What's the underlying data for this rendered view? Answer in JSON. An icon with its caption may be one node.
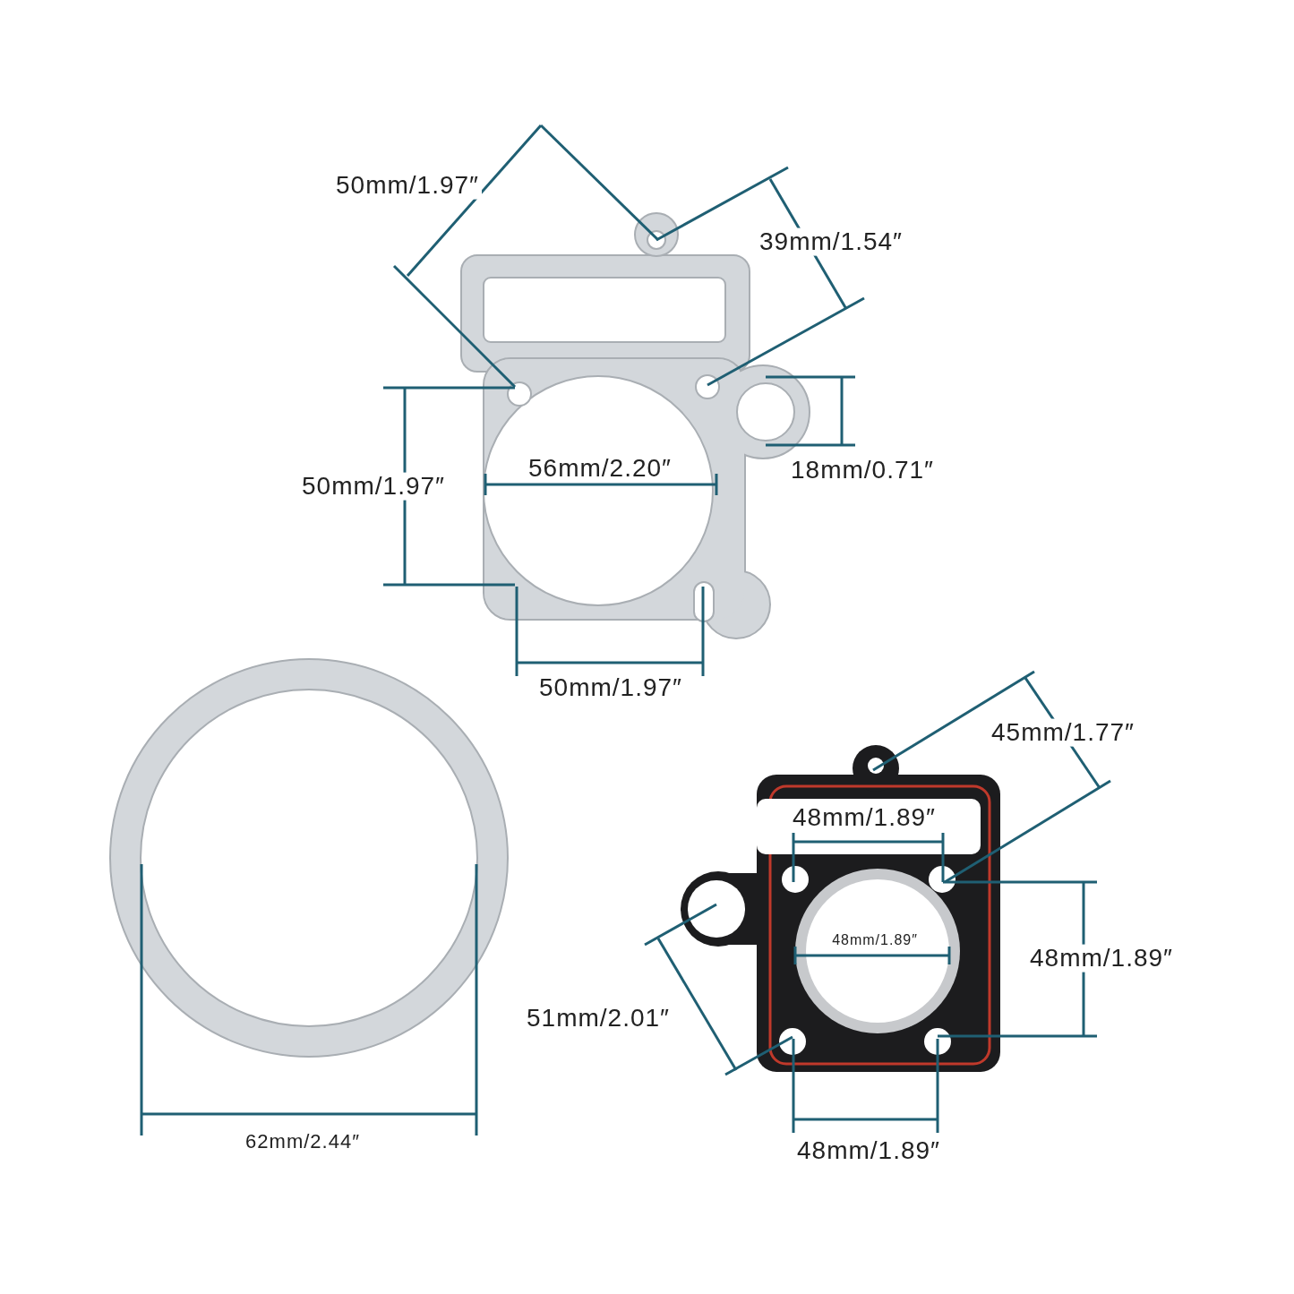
{
  "diagram": {
    "labels": [
      "50mm/1.97″",
      "39mm/1.54″",
      "50mm/1.97″",
      "56mm/2.20″",
      "18mm/0.71″",
      "50mm/1.97″",
      "45mm/1.77″",
      "48mm/1.89″",
      "48mm/1.89″",
      "48mm/1.89″",
      "51mm/2.01″",
      "62mm/2.44″",
      "48mm/1.89″"
    ]
  }
}
